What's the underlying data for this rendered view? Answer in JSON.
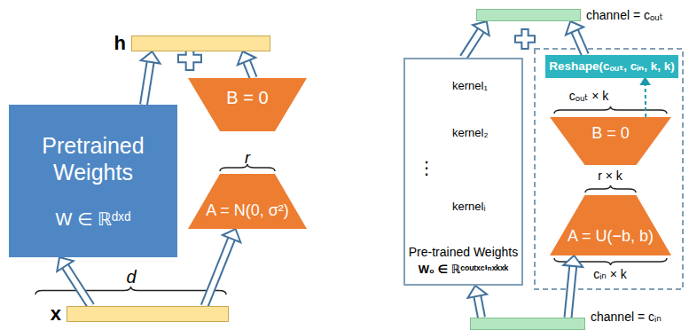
{
  "diagram": {
    "nodes": [
      {
        "text": [
          "h"
        ]
      },
      {
        "text": [
          "Pretrained Weights",
          "W ∈ ℝᵈˣᵈ"
        ]
      },
      {
        "text": [
          "B = 0"
        ]
      },
      {
        "text": [
          "A = N(0, σ²)"
        ]
      },
      {
        "text": [
          "x"
        ]
      },
      {
        "text": [
          "channel = cₒᵤₜ"
        ]
      },
      {
        "text": [
          "Pre-trained Weights",
          "W₀ ∈ ℝᶜᵒᵘᵗˣᶜⁱⁿˣᵏˣᵏ"
        ]
      },
      {
        "text": [
          "Reshape(cₒᵤₜ, cᵢₙ, k, k)"
        ]
      },
      {
        "text": [
          "B = 0"
        ]
      },
      {
        "text": [
          "A = U(−b, b)"
        ]
      },
      {
        "text": [
          "channel = cᵢₙ"
        ]
      }
    ],
    "edges": [
      {
        "from": 4,
        "to": 1,
        "arrow": "to"
      },
      {
        "from": 4,
        "to": 3,
        "arrow": "to"
      },
      {
        "from": 1,
        "to": 0,
        "arrow": "to"
      },
      {
        "from": 2,
        "to": 0,
        "arrow": "to"
      },
      {
        "from": 10,
        "to": 6,
        "arrow": "to"
      },
      {
        "from": 10,
        "to": 9,
        "arrow": "to"
      },
      {
        "from": 8,
        "to": 7,
        "arrow": "to"
      },
      {
        "from": 6,
        "to": 5,
        "arrow": "to"
      },
      {
        "from": 7,
        "to": 5,
        "arrow": "to"
      }
    ],
    "labels": [
      "r",
      "d",
      "cₒᵤₜ × k",
      "r × k",
      "cᵢₙ × k",
      "kernel₁",
      "kernel₂",
      "⋮",
      "kernelᵢ"
    ]
  }
}
